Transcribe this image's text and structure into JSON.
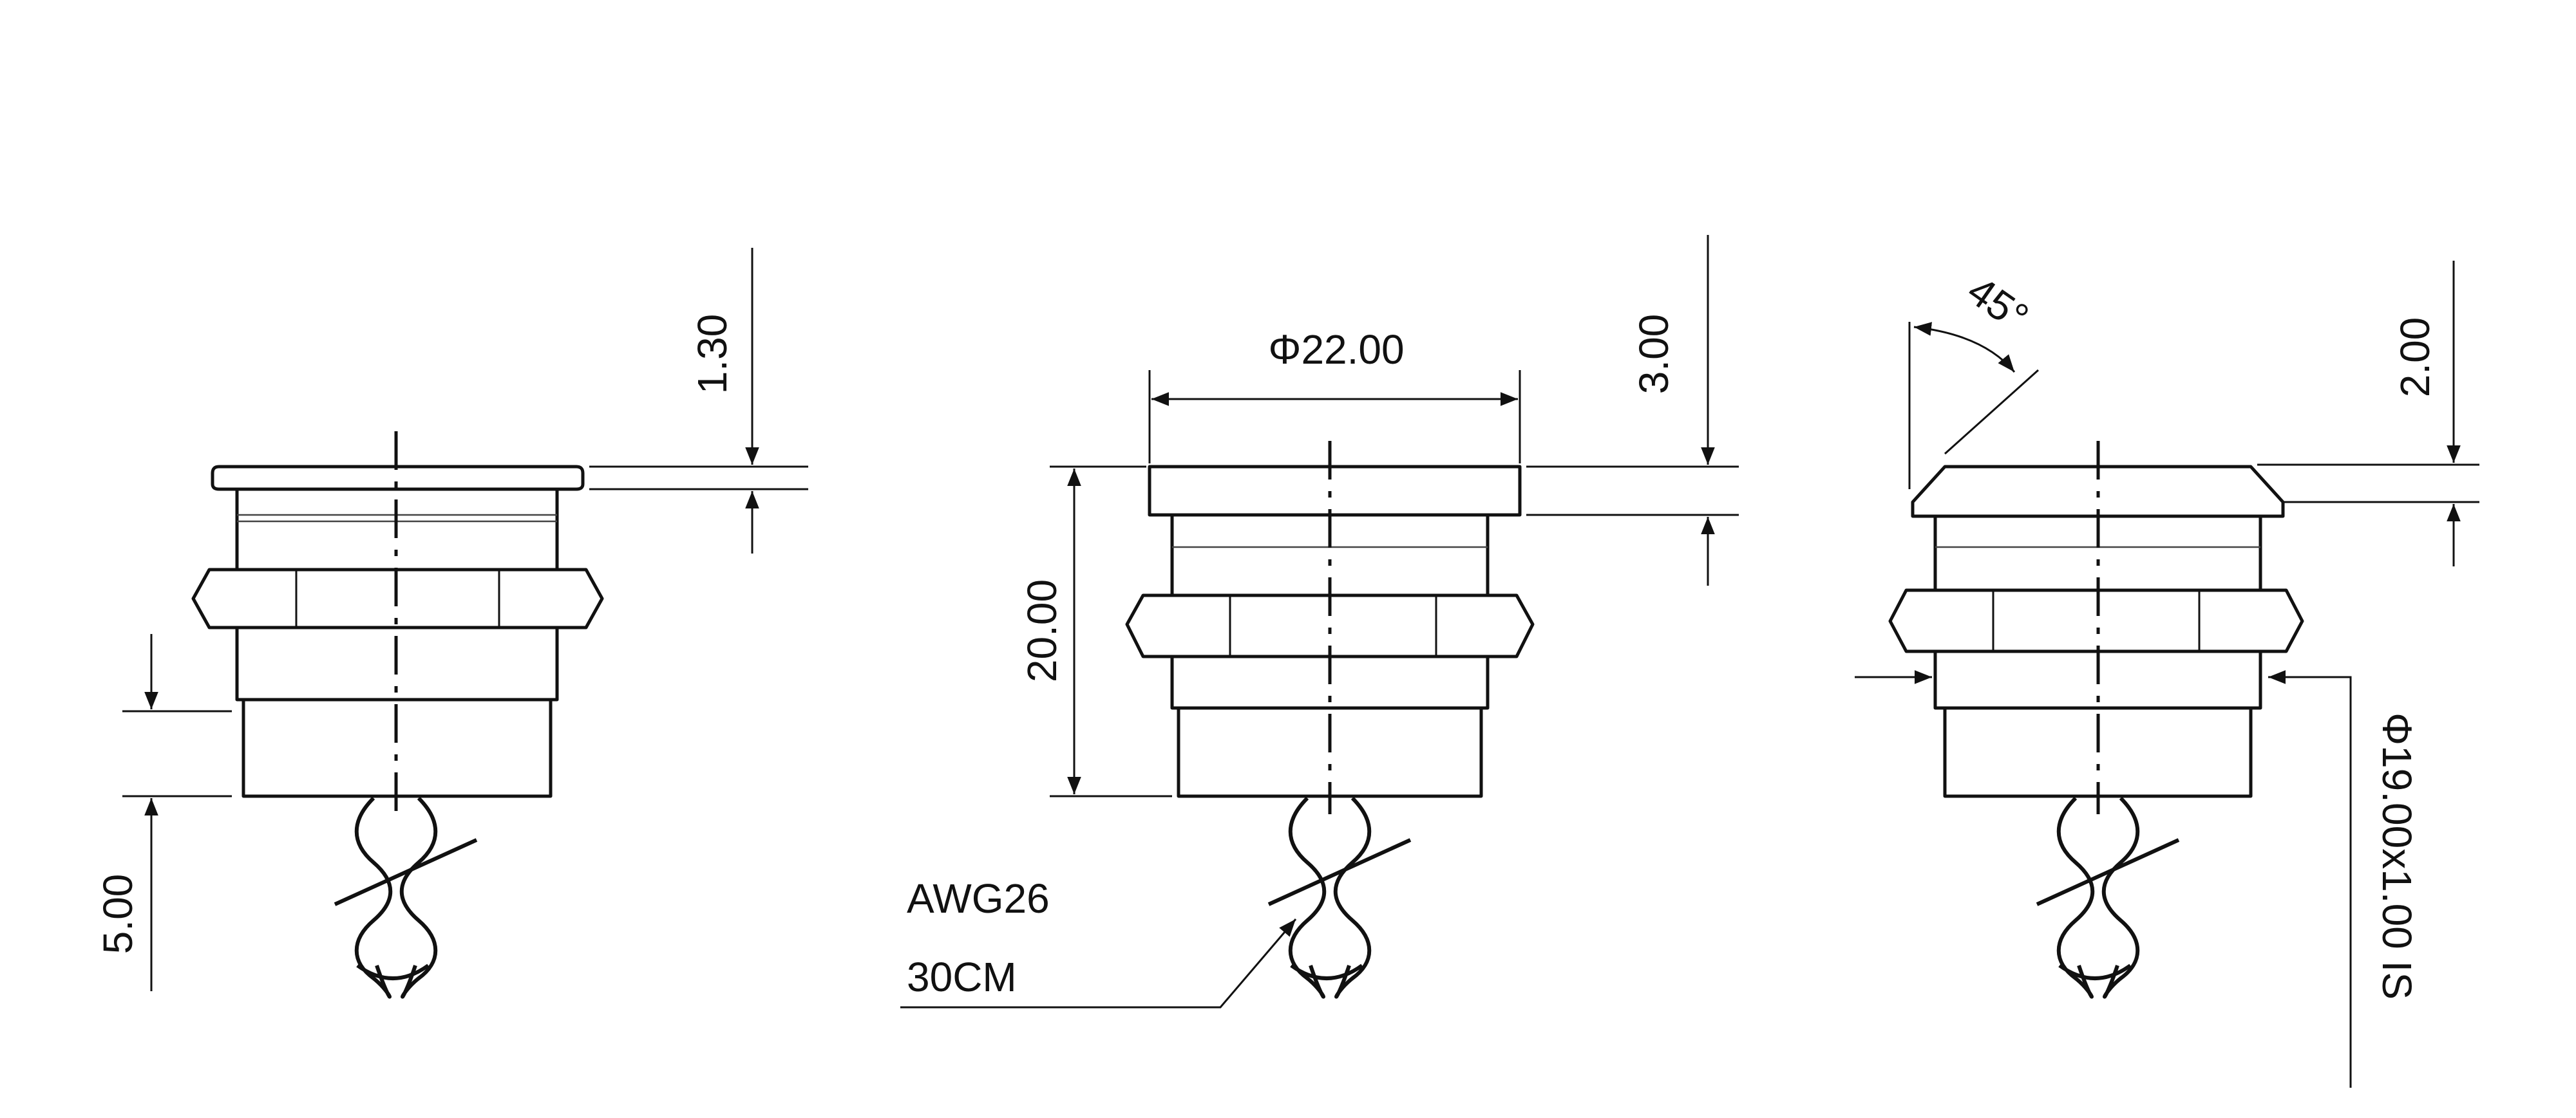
{
  "views": [
    {
      "id": "left",
      "dimensions": {
        "cap_thickness": "1.30",
        "bottom_length": "5.00"
      }
    },
    {
      "id": "middle",
      "dimensions": {
        "cap_diameter": "Φ22.00",
        "cap_thickness": "3.00",
        "body_height": "20.00"
      },
      "wire_note": {
        "line1": "AWG26",
        "line2": "30CM"
      }
    },
    {
      "id": "right",
      "dimensions": {
        "chamfer_angle": "45°",
        "cap_thickness": "2.00",
        "thread": "Φ19.00x1.00 IS"
      }
    }
  ],
  "colors": {
    "line": "#111111",
    "background": "#ffffff"
  }
}
